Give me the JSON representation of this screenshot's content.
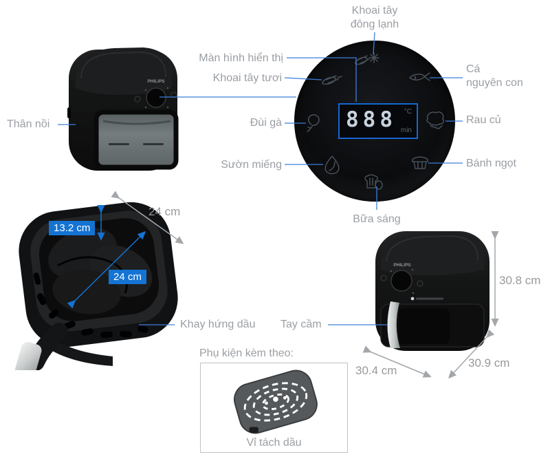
{
  "brand": "PHILIPS",
  "colors": {
    "accent_blue": "#1473d3",
    "leader_blue": "#3d7edb",
    "label_gray": "#9a9ea3",
    "arrow_gray": "#a3a7ab"
  },
  "callouts": {
    "pot_body": "Thân nồi",
    "display_screen": "Màn hình hiển thị",
    "fresh_fries": "Khoai tây tươi",
    "frozen_fries_line1": "Khoai tây",
    "frozen_fries_line2": "đông lạnh",
    "chicken_thigh": "Đùi gà",
    "rib_pieces": "Sườn miếng",
    "whole_fish_line1": "Cá",
    "whole_fish_line2": "nguyên con",
    "vegetables": "Rau củ",
    "pastry": "Bánh ngọt",
    "breakfast": "Bữa sáng",
    "oil_tray": "Khay hứng dầu",
    "handle": "Tay cầm"
  },
  "display": {
    "value": "888",
    "temp_unit": "°C",
    "time_unit": "min"
  },
  "dimensions": {
    "basket_top_width": "24 cm",
    "basket_depth": "13.2 cm",
    "basket_inner_width": "24 cm",
    "fryer_height": "30.8 cm",
    "fryer_depth": "30.9 cm",
    "fryer_width": "30.4 cm"
  },
  "accessory": {
    "title": "Phụ kiện kèm theo:",
    "item": "Vỉ tách dầu"
  }
}
